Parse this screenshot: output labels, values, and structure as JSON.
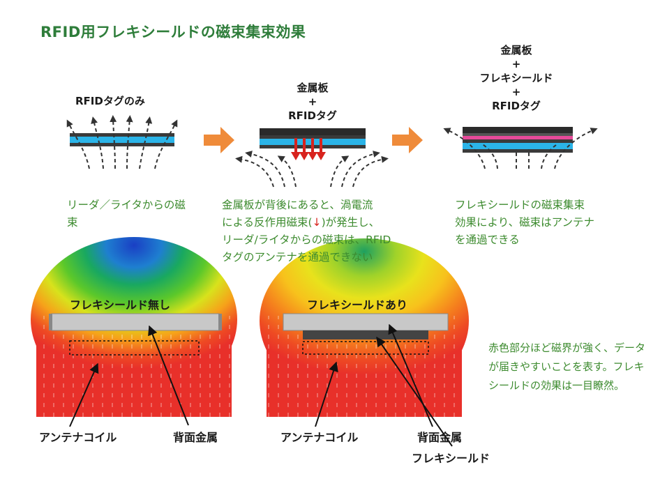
{
  "title": "RFID用フレキシールドの磁束集束効果",
  "top": {
    "panel1": {
      "label": "RFIDタグのみ",
      "caption": "リーダ／ライタからの磁束"
    },
    "panel2": {
      "label_lines": [
        "金属板",
        "+",
        "RFIDタグ"
      ],
      "caption_lines": [
        "金属板が背後にあると、渦電流",
        "による反作用磁束(",
        ")が発生し、",
        "リーダ/ライタからの磁束は、RFID",
        "タグのアンテナを通過できない"
      ],
      "down_arrow": "↓"
    },
    "panel3": {
      "label_lines": [
        "金属板",
        "+",
        "フレキシールド",
        "+",
        "RFIDタグ"
      ],
      "caption": "フレキシールドの磁束集束効果により、磁束はアンテナを通過できる"
    }
  },
  "bottom": {
    "left": {
      "title": "フレキシールド無し",
      "antenna": "アンテナコイル",
      "metal": "背面金属"
    },
    "right": {
      "title": "フレキシールドあり",
      "antenna": "アンテナコイル",
      "metal": "背面金属",
      "shield": "フレキシールド"
    },
    "note": "赤色部分ほど磁界が強く、データが届きやすいことを表す。フレキシールドの効果は一目瞭然。"
  }
}
